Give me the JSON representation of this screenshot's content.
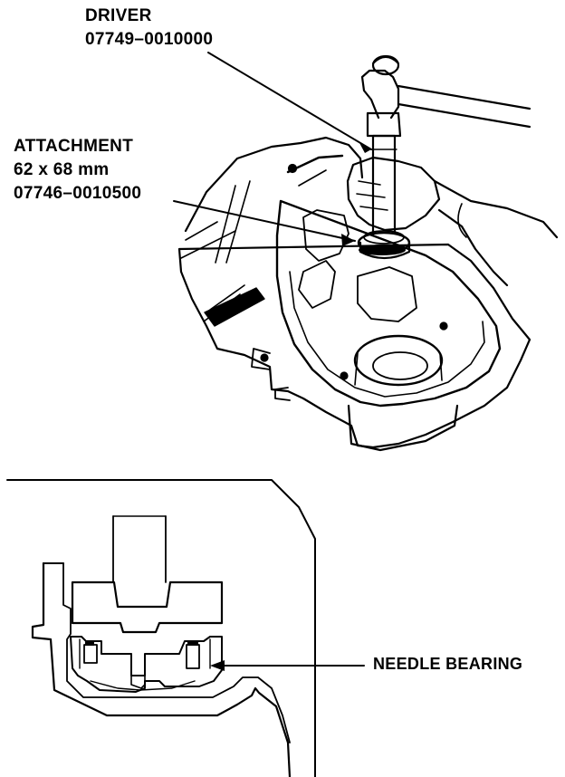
{
  "labels": {
    "driver": {
      "name": "DRIVER",
      "part_number": "07749–0010000"
    },
    "attachment": {
      "name": "ATTACHMENT",
      "size": "62 x 68 mm",
      "part_number": "07746–0010500"
    },
    "needle_bearing": "NEEDLE BEARING"
  },
  "colors": {
    "ink": "#000000",
    "paper": "#ffffff",
    "shade": "#000000"
  }
}
